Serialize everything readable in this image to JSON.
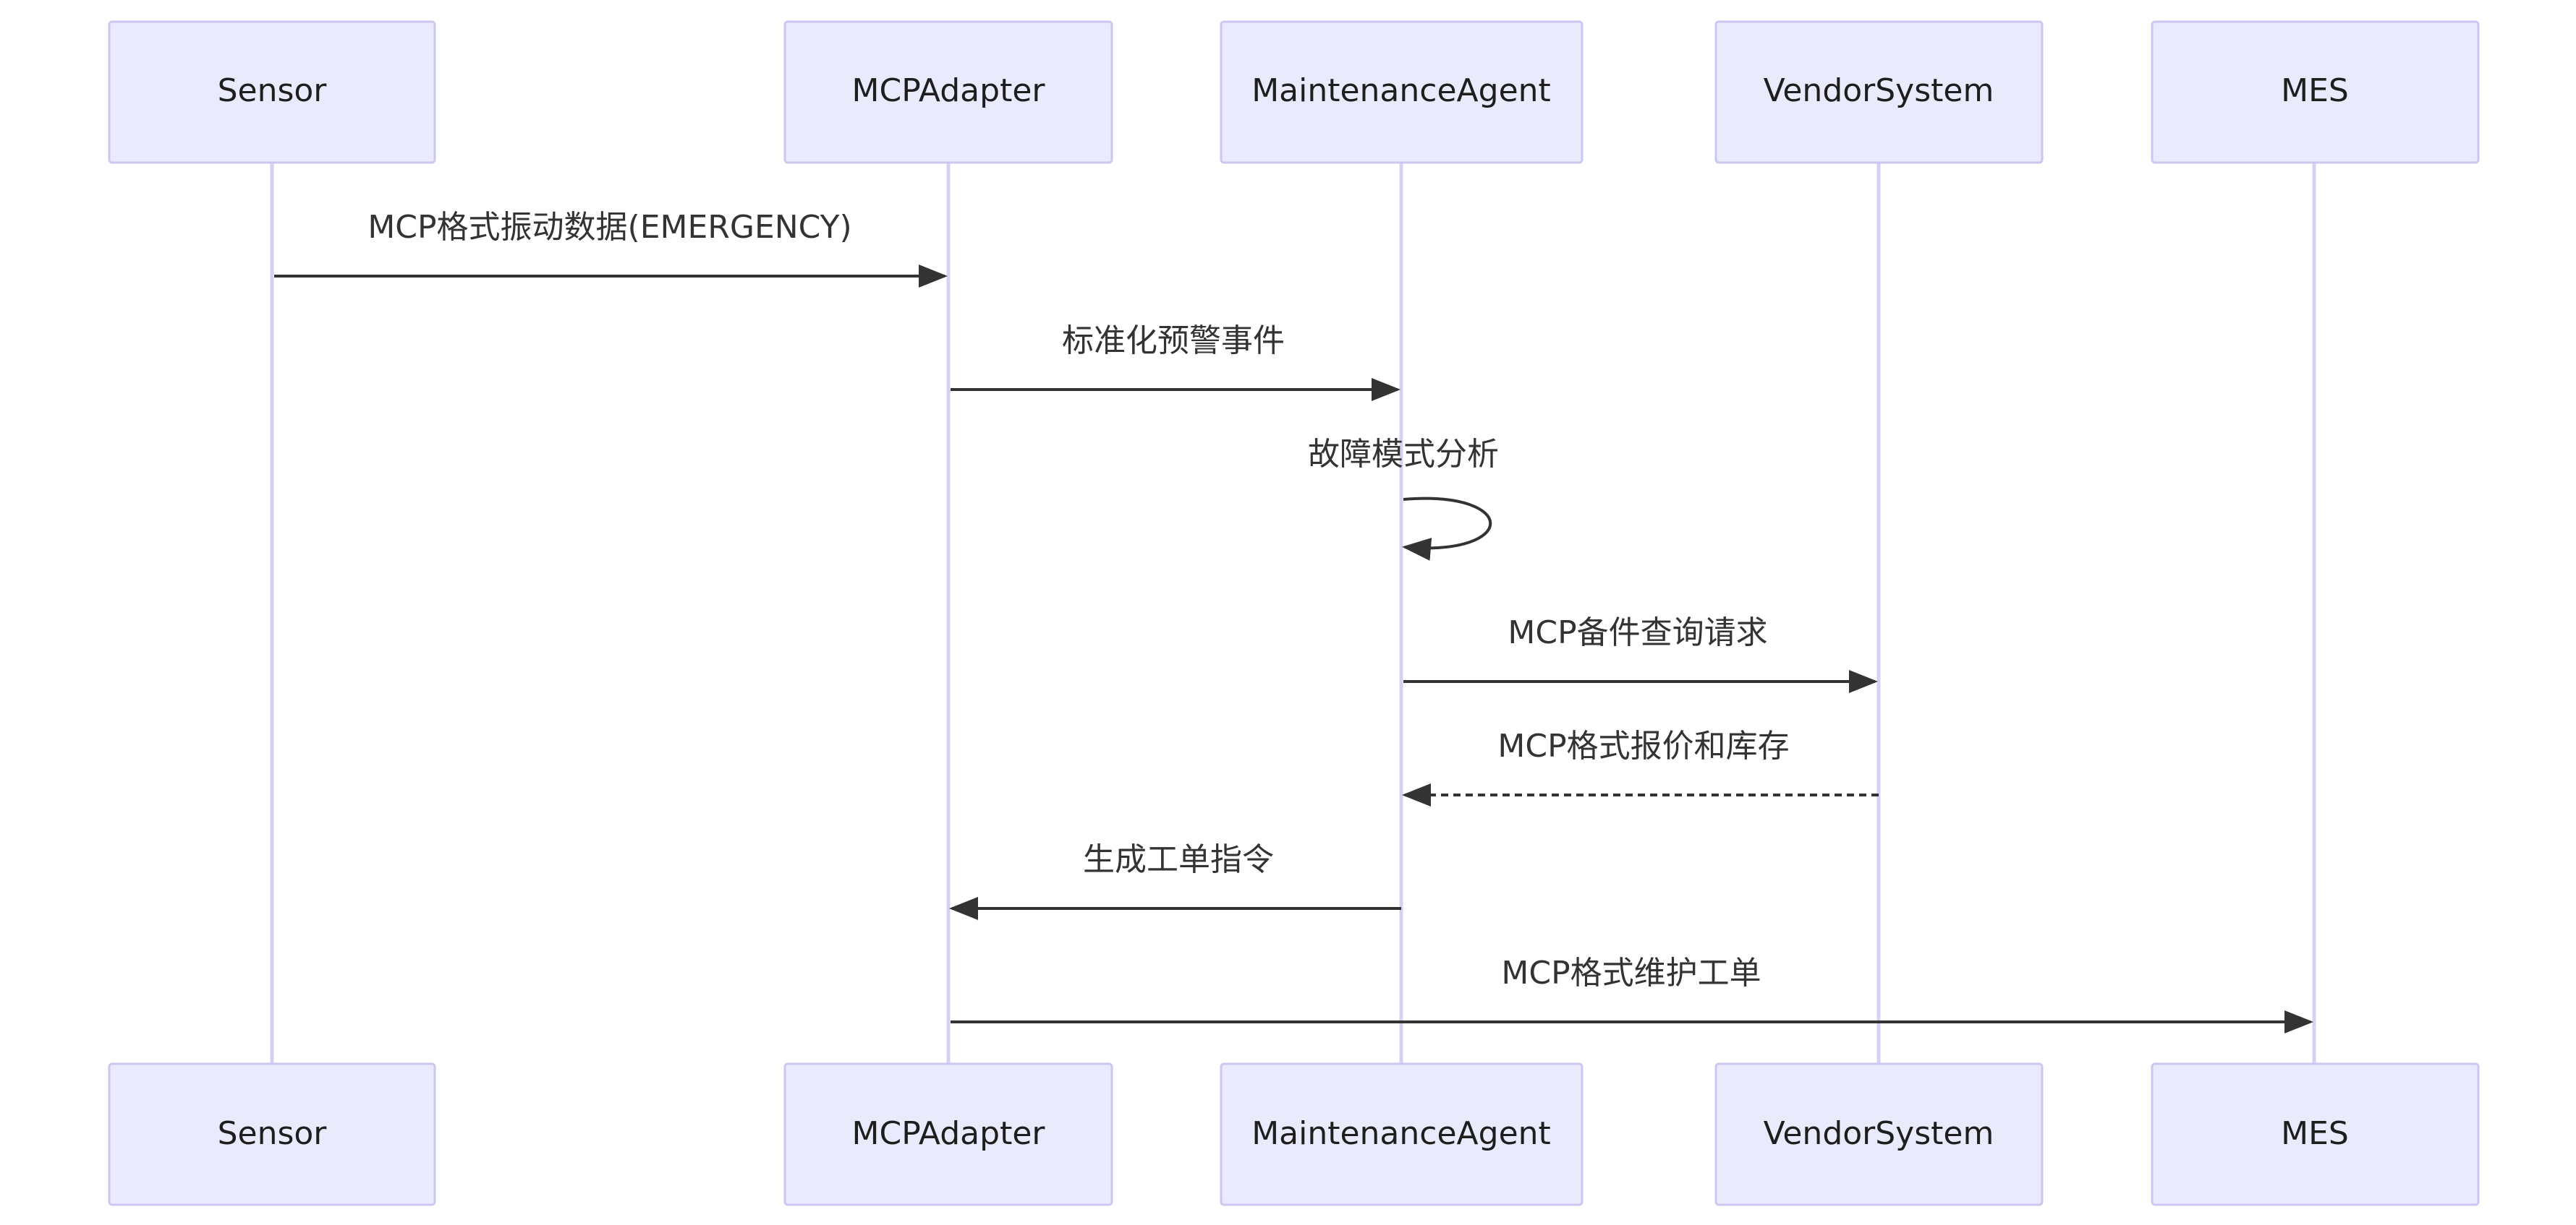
{
  "actors": [
    {
      "id": "sensor",
      "label": "Sensor"
    },
    {
      "id": "mcpadapter",
      "label": "MCPAdapter"
    },
    {
      "id": "maintenanceagent",
      "label": "MaintenanceAgent"
    },
    {
      "id": "vendorsystem",
      "label": "VendorSystem"
    },
    {
      "id": "mes",
      "label": "MES"
    }
  ],
  "messages": [
    {
      "from": "sensor",
      "to": "mcpadapter",
      "label": "MCP格式振动数据(EMERGENCY)",
      "style": "solid"
    },
    {
      "from": "mcpadapter",
      "to": "maintenanceagent",
      "label": "标准化预警事件",
      "style": "solid"
    },
    {
      "from": "maintenanceagent",
      "to": "maintenanceagent",
      "label": "故障模式分析",
      "style": "solid"
    },
    {
      "from": "maintenanceagent",
      "to": "vendorsystem",
      "label": "MCP备件查询请求",
      "style": "solid"
    },
    {
      "from": "vendorsystem",
      "to": "maintenanceagent",
      "label": "MCP格式报价和库存",
      "style": "dashed"
    },
    {
      "from": "maintenanceagent",
      "to": "mcpadapter",
      "label": "生成工单指令",
      "style": "solid"
    },
    {
      "from": "mcpadapter",
      "to": "mes",
      "label": "MCP格式维护工单",
      "style": "solid"
    }
  ]
}
